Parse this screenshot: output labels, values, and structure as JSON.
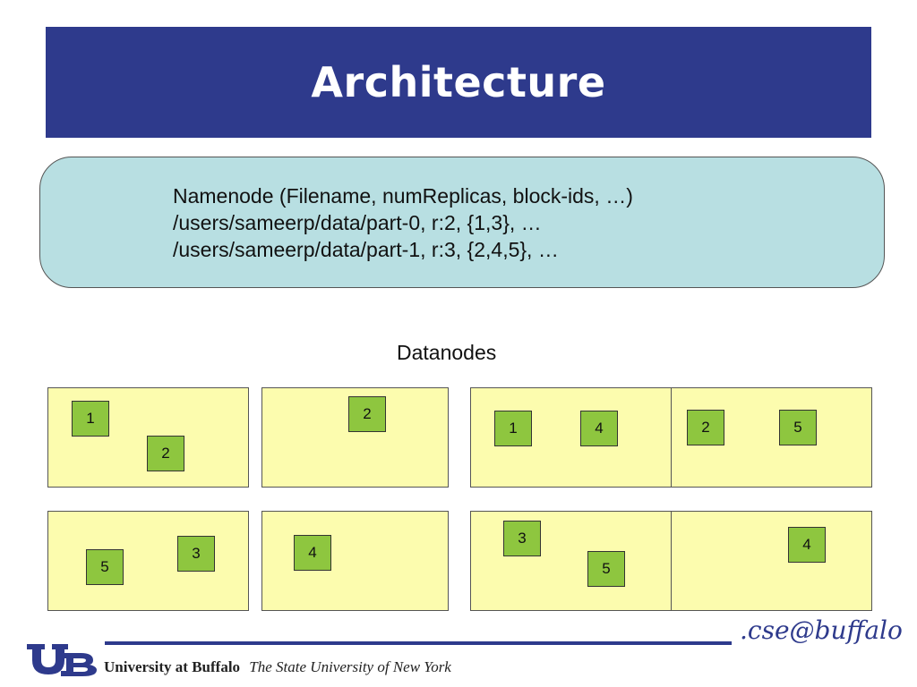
{
  "title": "Architecture",
  "namenode": {
    "lines": [
      "Namenode (Filename, numReplicas, block-ids, …)",
      "/users/sameerp/data/part-0, r:2, {1,3}, …",
      "/users/sameerp/data/part-1, r:3, {2,4,5}, …"
    ]
  },
  "datanodes_label": "Datanodes",
  "datanodes": [
    {
      "blocks": [
        "1",
        "2"
      ]
    },
    {
      "blocks": [
        "2"
      ]
    },
    {
      "blocks": [
        "1",
        "4"
      ]
    },
    {
      "blocks": [
        "2",
        "5"
      ]
    },
    {
      "blocks": [
        "5",
        "3"
      ]
    },
    {
      "blocks": [
        "4"
      ]
    },
    {
      "blocks": [
        "3",
        "5"
      ]
    },
    {
      "blocks": [
        "4"
      ]
    }
  ],
  "footer": {
    "university": "University at Buffalo",
    "state": "The State University of New York",
    "cse_logo": ".cse@buffalo"
  },
  "colors": {
    "title_bar": "#2e3a8c",
    "namenode_fill": "#b8dfe2",
    "datanode_fill": "#fcfcae",
    "block_fill": "#8ec63f"
  }
}
